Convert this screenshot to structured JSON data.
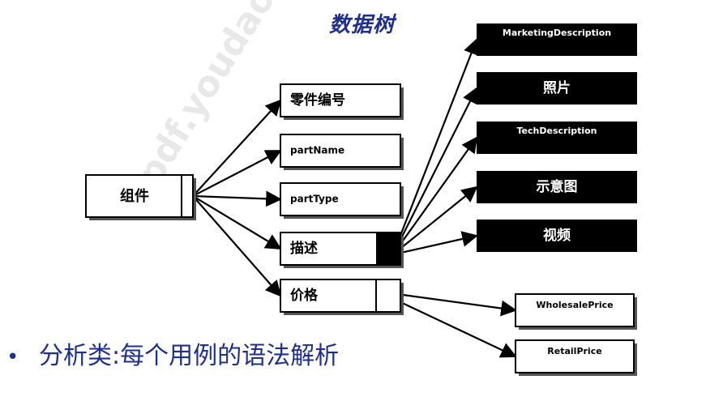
{
  "title": "数据树",
  "watermark": "pdf.youdao.com 有道文档翻译",
  "root": {
    "label": "组件"
  },
  "fields": [
    {
      "label": "零件编号",
      "bold": true
    },
    {
      "label": "partName",
      "bold": false
    },
    {
      "label": "partType",
      "bold": false
    },
    {
      "label": "描述",
      "bold": true
    },
    {
      "label": "价格",
      "bold": true
    }
  ],
  "description_children": [
    {
      "label": "MarketingDescription"
    },
    {
      "label": "照片"
    },
    {
      "label": "TechDescription"
    },
    {
      "label": "示意图"
    },
    {
      "label": "视频"
    }
  ],
  "price_children": [
    {
      "label": "WholesalePrice"
    },
    {
      "label": "RetailPrice"
    }
  ],
  "bullet": "分析类:每个用例的语法解析",
  "colors": {
    "accent_text": "#1f2f8c",
    "box_border": "#000000",
    "dark_box": "#000000",
    "dark_box_text": "#ffffff"
  }
}
